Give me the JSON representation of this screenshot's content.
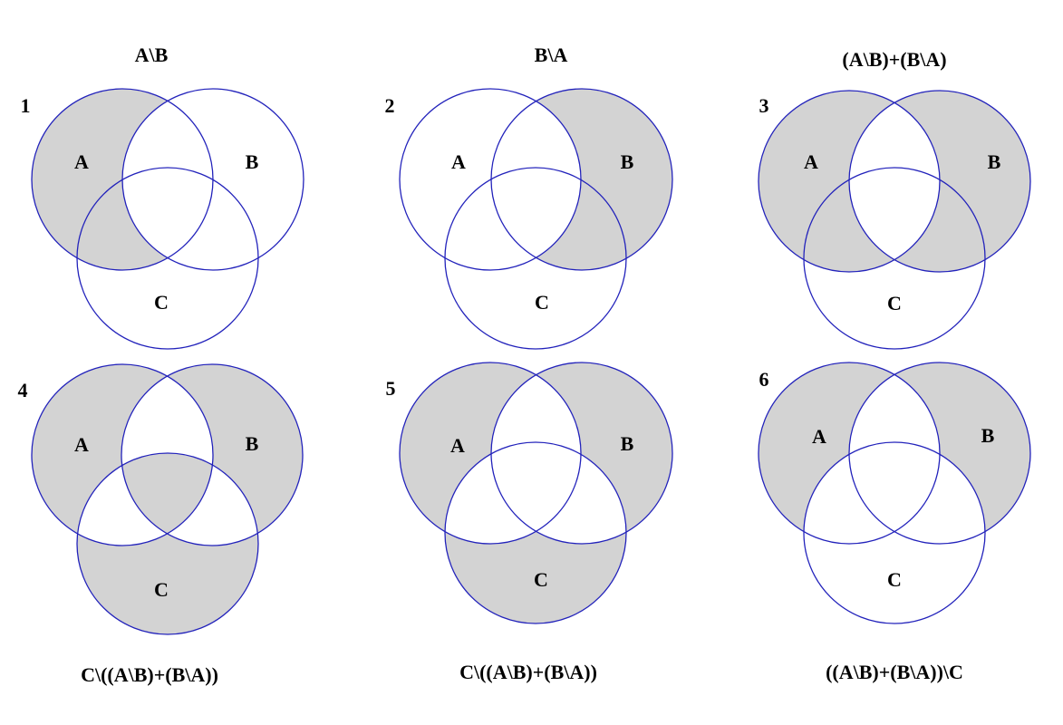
{
  "colors": {
    "shade": "#d3d3d3",
    "outline": "#2222bb",
    "text": "#000000"
  },
  "diagrams": [
    {
      "number": "1",
      "caption": "A\\B",
      "shaded": [
        "A"
      ],
      "labels": {
        "A": "A",
        "B": "B",
        "C": "C"
      }
    },
    {
      "number": "2",
      "caption": "B\\A",
      "shaded": [
        "B"
      ],
      "labels": {
        "A": "A",
        "B": "B",
        "C": "C"
      }
    },
    {
      "number": "3",
      "caption": "(A\\B)+(B\\A)",
      "shaded": [
        "A",
        "B"
      ],
      "labels": {
        "A": "A",
        "B": "B",
        "C": "C"
      }
    },
    {
      "number": "4",
      "caption": "C\\((A\\B)+(B\\A))",
      "shaded": [
        "A",
        "B",
        "C",
        "ABC"
      ],
      "labels": {
        "A": "A",
        "B": "B",
        "C": "C"
      }
    },
    {
      "number": "5",
      "caption": "C\\((A\\B)+(B\\A))",
      "shaded": [
        "A",
        "B",
        "C"
      ],
      "labels": {
        "A": "A",
        "B": "B",
        "C": "C"
      }
    },
    {
      "number": "6",
      "caption": "((A\\B)+(B\\A))\\C",
      "shaded": [
        "A",
        "B"
      ],
      "labels": {
        "A": "A",
        "B": "B",
        "C": "C"
      }
    }
  ]
}
